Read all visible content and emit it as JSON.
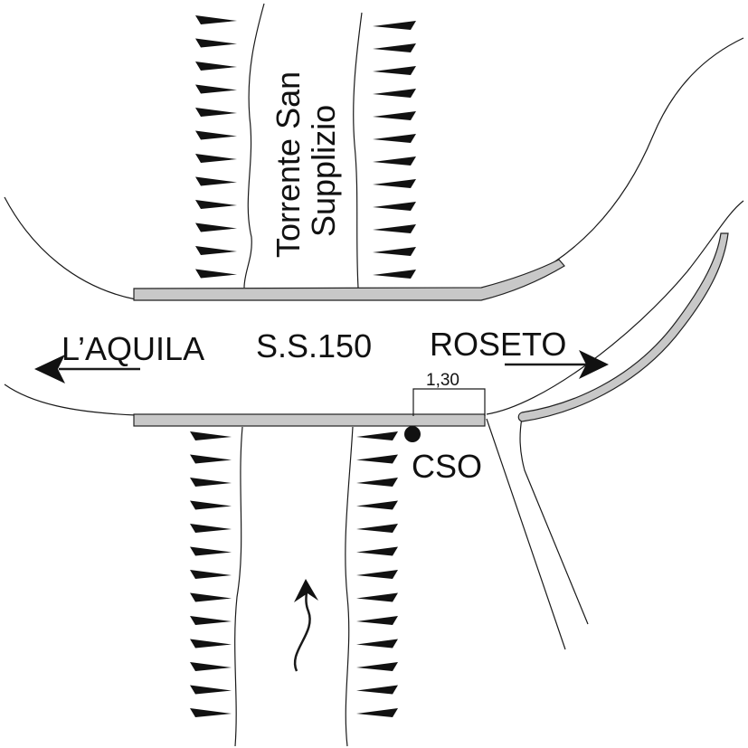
{
  "labels": {
    "river": [
      "Torrente San",
      "Supplizio"
    ],
    "west": "L’AQUILA",
    "road": "S.S.150",
    "east": "ROSETO",
    "dimension": "1,30",
    "station": "CSO"
  }
}
